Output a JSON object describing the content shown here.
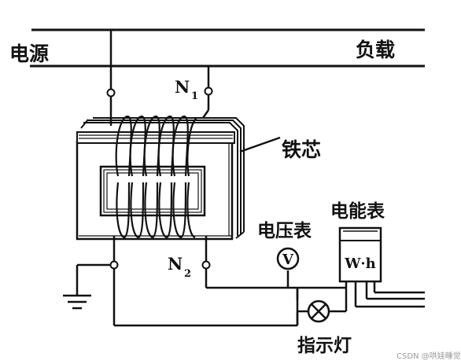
{
  "labels": {
    "source": "电源",
    "load": "负载",
    "core": "铁芯",
    "voltmeter": "电压表",
    "energy_meter": "电能表",
    "indicator_lamp": "指示灯",
    "n1_letter": "N",
    "n1_sub": "1",
    "n2_letter": "N",
    "n2_sub": "2",
    "voltmeter_symbol": "V",
    "meter_unit": "W·h"
  },
  "watermark": "CSDN @哄娃睡觉",
  "icons": [
    "voltmeter-icon",
    "lamp-icon",
    "ground-icon",
    "energy-meter-icon"
  ]
}
